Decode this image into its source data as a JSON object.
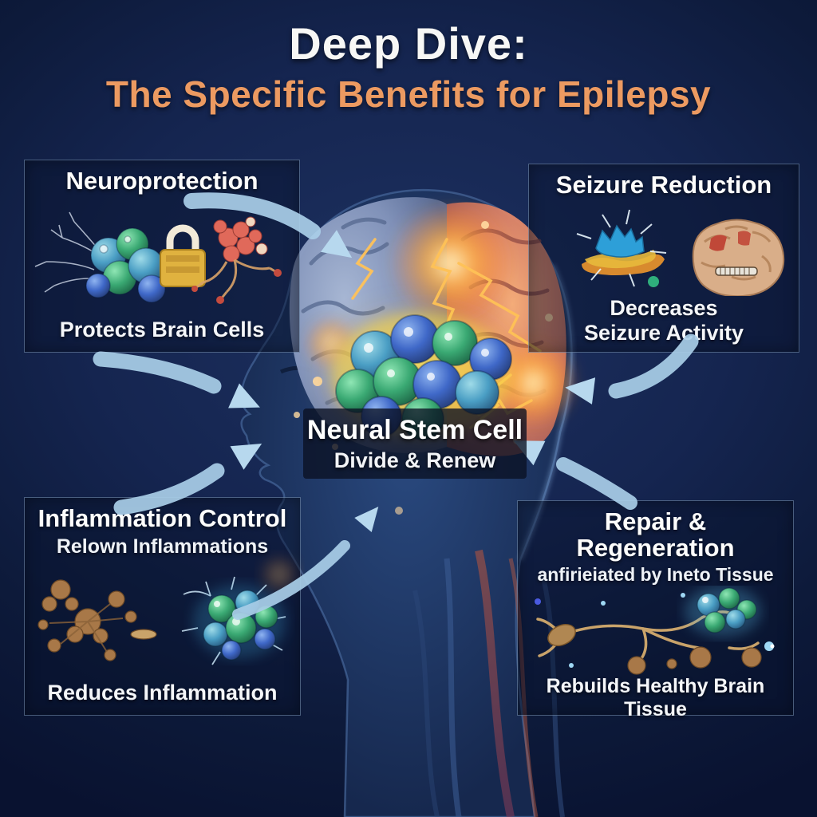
{
  "title": {
    "line1": "Deep Dive:",
    "line2": "The Specific Benefits for Epilepsy"
  },
  "panels": {
    "neuroprotection": {
      "title": "Neuroprotection",
      "caption": "Protects Brain Cells"
    },
    "seizure": {
      "title": "Seizure Reduction",
      "caption_line1": "Decreases",
      "caption_line2": "Seizure Activity"
    },
    "inflammation": {
      "title": "Inflammation Control",
      "subtitle": "Relown Inflammations",
      "caption": "Reduces Inflammation"
    },
    "repair": {
      "title": "Repair & Regeneration",
      "subtitle": "anfirieiated by Ineto Tissue",
      "caption": "Rebuilds Healthy Brain Tissue"
    }
  },
  "center": {
    "title": "Neural Stem Cell",
    "subtitle": "Divide & Renew"
  },
  "icons": {
    "padlock-icon": "gold padlock shape",
    "cell-cluster-icon": "blue-green sphere cluster",
    "damaged-neuron-icon": "red spiky neuron",
    "seizure-burst-icon": "blue electric burst",
    "damaged-brain-icon": "tan brain with red lesions",
    "inflammation-clumps-icon": "brown clumps",
    "healing-cell-cluster-icon": "glowing green-blue cluster",
    "neuron-network-icon": "tan neuron branches",
    "stem-cell-cluster-icon": "glowing stem cell spheres",
    "brain-illustration-icon": "half blue half red glowing brain",
    "head-profile-icon": "dark blue human head profile",
    "arrow-icon": "light blue curved arrow"
  },
  "colors": {
    "background": "#152550",
    "title_text": "#f7f7f5",
    "subtitle_accent": "#ec9a61",
    "panel_border": "#a0bee1",
    "arrow_blue": "#a9cee8",
    "brain_healthy": "#8a9cc2",
    "brain_seizure": "#d97a5a",
    "stem_cell_green": "#3aa973",
    "stem_cell_blue": "#3f68c8",
    "glow_orange": "#ff9a3c",
    "padlock_gold": "#e0b23f"
  }
}
